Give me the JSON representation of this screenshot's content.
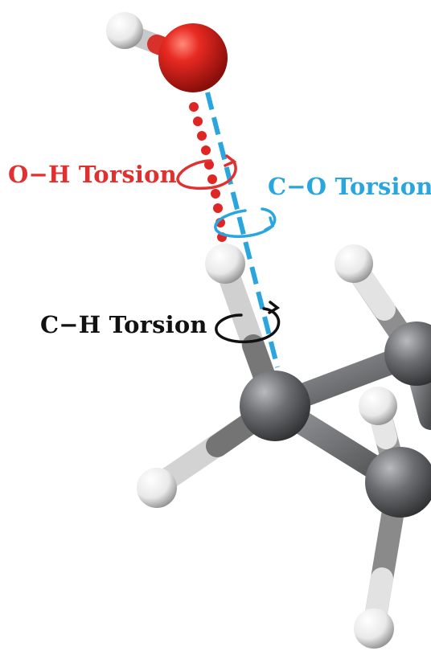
{
  "labels": {
    "oh_torsion": "O−H Torsion",
    "co_torsion": "C−O Torsion",
    "ch_torsion": "C−H Torsion"
  },
  "colors": {
    "oh": "#e0302f",
    "co": "#2aa6de",
    "ch": "#111111",
    "oxygen": "#e02525",
    "carbon": "#6e6f72",
    "hydrogen": "#f2f2f2"
  }
}
